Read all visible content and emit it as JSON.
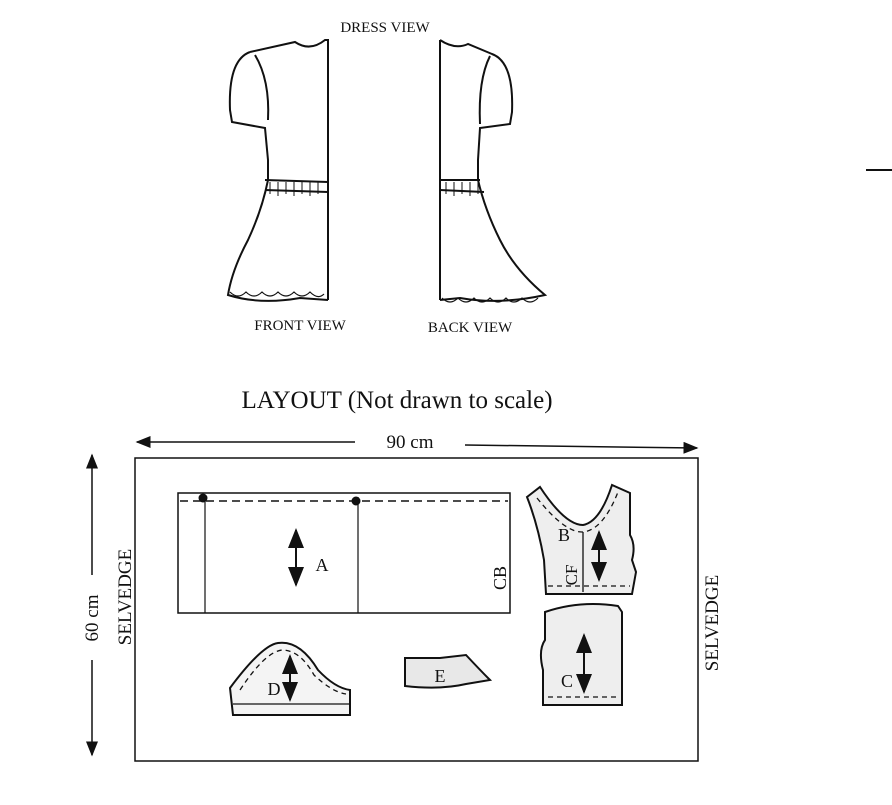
{
  "dress_view": {
    "title": "DRESS VIEW",
    "front_label": "FRONT VIEW",
    "back_label": "BACK VIEW"
  },
  "layout": {
    "title": "LAYOUT (Not drawn to scale)",
    "width_label": "90 cm",
    "height_label": "60 cm",
    "selvedge_left": "SELVEDGE",
    "selvedge_right": "SELVEDGE",
    "pieces": {
      "a": "A",
      "b": "B",
      "c": "C",
      "d": "D",
      "e": "E",
      "cb": "CB",
      "cf": "CF"
    }
  }
}
